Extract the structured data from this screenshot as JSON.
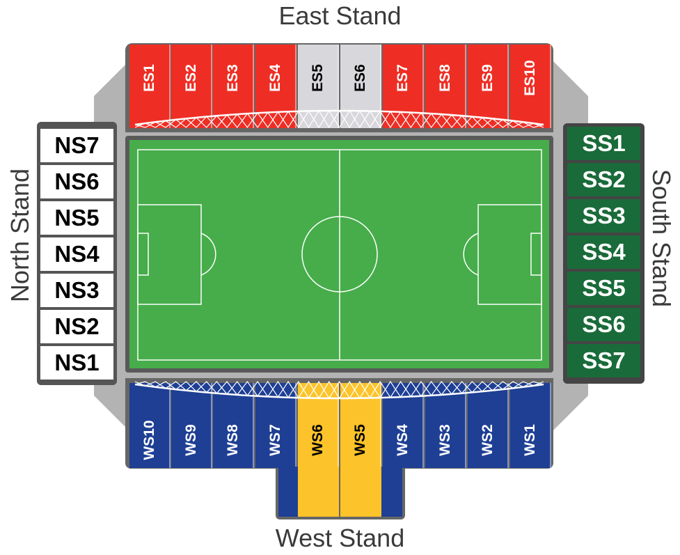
{
  "stands": {
    "east": {
      "title": "East Stand",
      "sections": [
        {
          "label": "ES1",
          "color": "#ee2e24"
        },
        {
          "label": "ES2",
          "color": "#ee2e24"
        },
        {
          "label": "ES3",
          "color": "#ee2e24"
        },
        {
          "label": "ES4",
          "color": "#ee2e24"
        },
        {
          "label": "ES5",
          "color": "#d8d8dc"
        },
        {
          "label": "ES6",
          "color": "#d8d8dc"
        },
        {
          "label": "ES7",
          "color": "#ee2e24"
        },
        {
          "label": "ES8",
          "color": "#ee2e24"
        },
        {
          "label": "ES9",
          "color": "#ee2e24"
        },
        {
          "label": "ES10",
          "color": "#ee2e24"
        }
      ]
    },
    "west": {
      "title": "West Stand",
      "sections": [
        {
          "label": "WS10",
          "color": "#1e3f94"
        },
        {
          "label": "WS9",
          "color": "#1e3f94"
        },
        {
          "label": "WS8",
          "color": "#1e3f94"
        },
        {
          "label": "WS7",
          "color": "#1e3f94"
        },
        {
          "label": "WS6",
          "color": "#fcc42a"
        },
        {
          "label": "WS5",
          "color": "#fcc42a"
        },
        {
          "label": "WS4",
          "color": "#1e3f94"
        },
        {
          "label": "WS3",
          "color": "#1e3f94"
        },
        {
          "label": "WS2",
          "color": "#1e3f94"
        },
        {
          "label": "WS1",
          "color": "#1e3f94"
        }
      ]
    },
    "north": {
      "title": "North Stand",
      "color": "#ffffff",
      "sections": [
        "NS7",
        "NS6",
        "NS5",
        "NS4",
        "NS3",
        "NS2",
        "NS1"
      ]
    },
    "south": {
      "title": "South Stand",
      "color": "#1a6b3a",
      "sections": [
        "SS1",
        "SS2",
        "SS3",
        "SS4",
        "SS5",
        "SS6",
        "SS7"
      ]
    }
  },
  "colors": {
    "pitch": "#46ad4a",
    "concourse": "#b3b3b3",
    "east_general": "#ee2e24",
    "east_away": "#d8d8dc",
    "west_general": "#1e3f94",
    "west_highlight": "#fcc42a"
  }
}
